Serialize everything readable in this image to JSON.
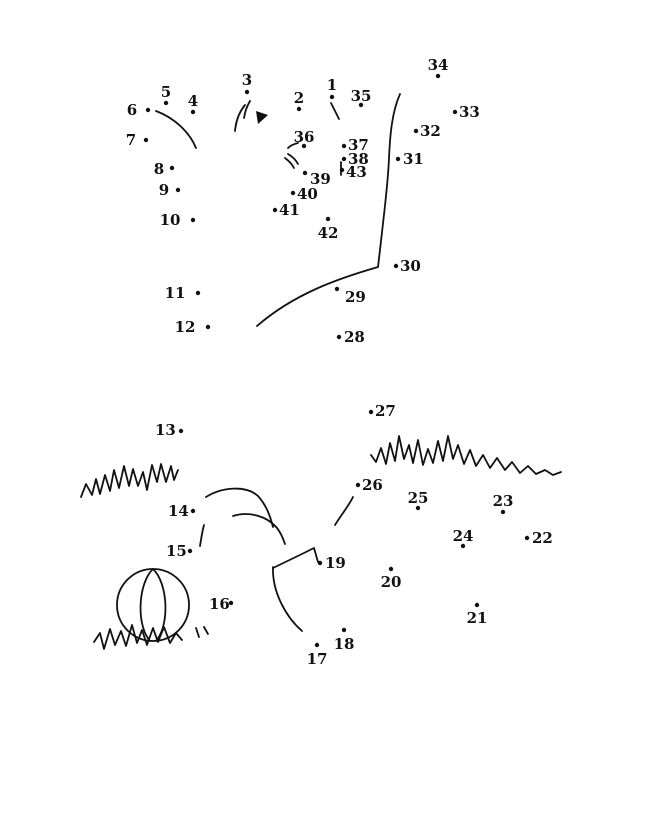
{
  "colors": {
    "ink": "#111111",
    "paper": "#ffffff"
  },
  "puzzle": {
    "points": [
      {
        "label": "1"
      },
      {
        "label": "2"
      },
      {
        "label": "3"
      },
      {
        "label": "4"
      },
      {
        "label": "5"
      },
      {
        "label": "6"
      },
      {
        "label": "7"
      },
      {
        "label": "8"
      },
      {
        "label": "9"
      },
      {
        "label": "10"
      },
      {
        "label": "11"
      },
      {
        "label": "12"
      },
      {
        "label": "13"
      },
      {
        "label": "14"
      },
      {
        "label": "15"
      },
      {
        "label": "16"
      },
      {
        "label": "17"
      },
      {
        "label": "18"
      },
      {
        "label": "19"
      },
      {
        "label": "20"
      },
      {
        "label": "21"
      },
      {
        "label": "22"
      },
      {
        "label": "23"
      },
      {
        "label": "24"
      },
      {
        "label": "25"
      },
      {
        "label": "26"
      },
      {
        "label": "27"
      },
      {
        "label": "28"
      },
      {
        "label": "29"
      },
      {
        "label": "30"
      },
      {
        "label": "31"
      },
      {
        "label": "32"
      },
      {
        "label": "33"
      },
      {
        "label": "34"
      },
      {
        "label": "35"
      },
      {
        "label": "36"
      },
      {
        "label": "37"
      },
      {
        "label": "38"
      },
      {
        "label": "39"
      },
      {
        "label": "40"
      },
      {
        "label": "41"
      },
      {
        "label": "42"
      },
      {
        "label": "43"
      }
    ]
  }
}
